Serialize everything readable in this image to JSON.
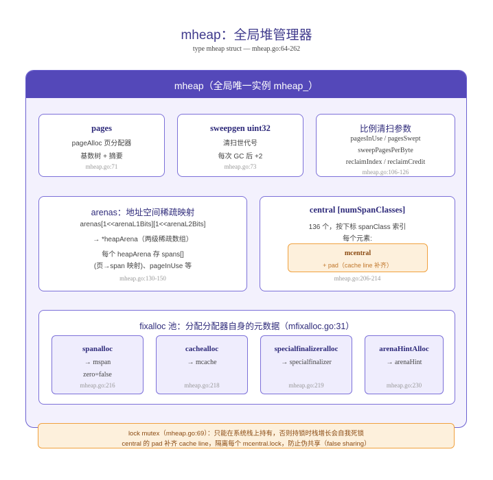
{
  "header": {
    "title": "mheap：全局堆管理器",
    "subtitle": "type mheap struct — mheap.go:64-262"
  },
  "outer": {
    "title": "mheap（全局唯一实例 mheap_）"
  },
  "pages": {
    "title": "pages",
    "line1": "pageAlloc 页分配器",
    "line2": "基数树 + 摘要",
    "ref": "mheap.go:71"
  },
  "sweepgen": {
    "title": "sweepgen uint32",
    "line1": "清扫世代号",
    "line2": "每次 GC 后 +2",
    "ref": "mheap.go:73"
  },
  "ratio": {
    "title": "比例清扫参数",
    "line1": "pagesInUse / pagesSwept",
    "line2": "sweepPagesPerByte",
    "line3": "reclaimIndex / reclaimCredit",
    "ref": "mheap.go:106-126"
  },
  "arenas": {
    "title": "arenas：地址空间稀疏映射",
    "line1": "arenas[1<<arenaL1Bits][1<<arenaL2Bits]",
    "line2": "→ *heapArena（两级稀疏数组）",
    "line3": "每个 heapArena 存 spans[]",
    "line4": "(页→span 映射)、pageInUse 等",
    "ref": "mheap.go:130-150"
  },
  "central": {
    "title": "central [numSpanClasses]",
    "line1": "136 个，按下标 spanClass 索引",
    "line2": "每个元素:",
    "mcentral_title": "mcentral",
    "mcentral_line": "+ pad（cache line 补齐）",
    "ref": "mheap.go:206-214"
  },
  "fixalloc": {
    "title": "fixalloc 池：分配分配器自身的元数据（mfixalloc.go:31）",
    "items": [
      {
        "title": "spanalloc",
        "line1": "→ mspan",
        "line2": "zero=false",
        "ref": "mheap.go:216"
      },
      {
        "title": "cachealloc",
        "line1": "→ mcache",
        "line2": "",
        "ref": "mheap.go:218"
      },
      {
        "title": "specialfinalizeralloc",
        "line1": "→ specialfinalizer",
        "line2": "",
        "ref": "mheap.go:219"
      },
      {
        "title": "arenaHintAlloc",
        "line1": "→ arenaHint",
        "line2": "",
        "ref": "mheap.go:230"
      }
    ]
  },
  "note": {
    "line1": "lock mutex（mheap.go:69）：只能在系统栈上持有，否则持锁时栈增长会自我死锁",
    "line2": "central 的 pad 补齐 cache line，隔离每个 mcentral.lock，防止伪共享（false sharing）"
  },
  "colors": {
    "primary": "#5448b9",
    "panel": "#f3f1fd",
    "border": "#7b6fd8",
    "accent_fill": "#fdf0dc",
    "accent_border": "#f0a03c"
  }
}
